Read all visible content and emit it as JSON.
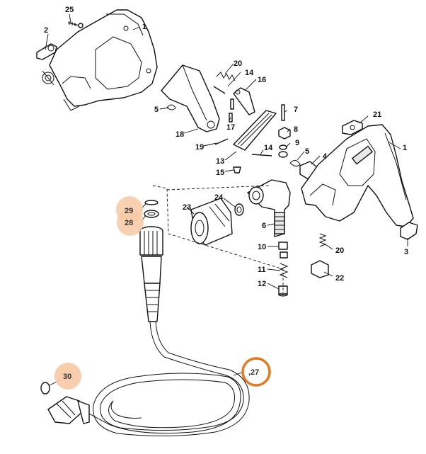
{
  "callouts": {
    "c25": "25",
    "c2a": "2",
    "c1a": "1",
    "c20a": "20",
    "c14a": "14",
    "c16": "16",
    "c5a": "5",
    "c7": "7",
    "c17": "17",
    "c18": "18",
    "c21": "21",
    "c8": "8",
    "c19": "19",
    "c9": "9",
    "c1b": "1",
    "c14b": "14",
    "c5b": "5",
    "c4": "4",
    "c13": "13",
    "c15": "15",
    "c24": "24",
    "c23": "23",
    "c6": "6",
    "c10": "10",
    "c20b": "20",
    "c3": "3",
    "c11": "11",
    "c22": "22",
    "c12": "12"
  },
  "highlighted": {
    "h29": "29",
    "h28": "28",
    "h30": "30",
    "h27": ",27"
  },
  "colors": {
    "highlight_soft": "#f7c9a6",
    "highlight_ring": "#e07b22"
  }
}
